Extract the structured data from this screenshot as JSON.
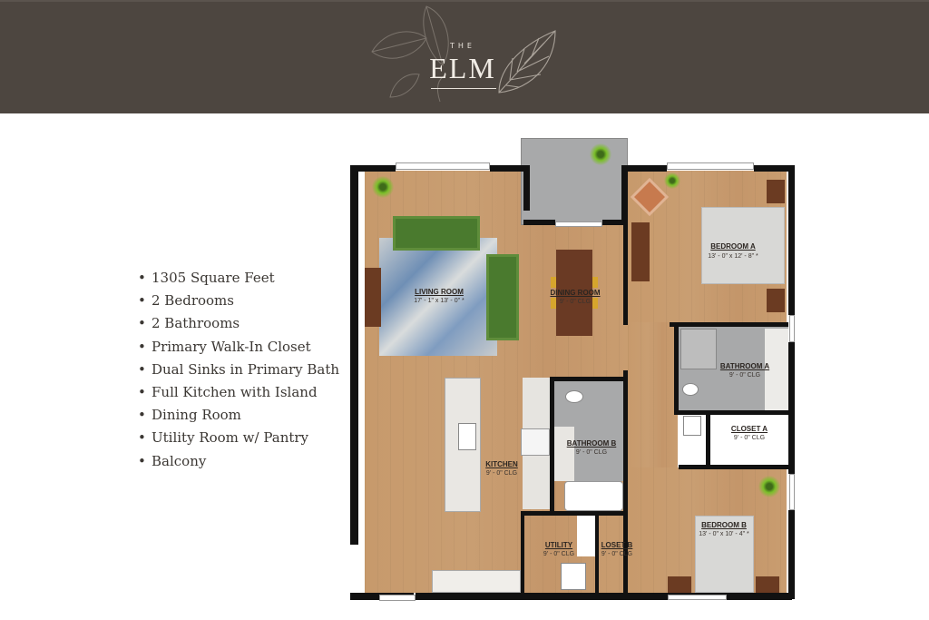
{
  "header": {
    "logo_prefix": "THE",
    "logo_name": "ELM",
    "background_color": "#4d4640"
  },
  "features": [
    "1305 Square Feet",
    "2 Bedrooms",
    "2 Bathrooms",
    "Primary Walk-In Closet",
    "Dual Sinks in Primary Bath",
    "Full Kitchen with Island",
    "Dining Room",
    "Utility Room w/ Pantry",
    "Balcony"
  ],
  "floor_plan": {
    "rooms": {
      "living_room": {
        "label": "LIVING ROOM",
        "dimensions": "17' - 1\" x 13' - 0\" *"
      },
      "dining_room": {
        "label": "DINING ROOM",
        "dimensions": "9' - 0\" CLG"
      },
      "bedroom_a": {
        "label": "BEDROOM A",
        "dimensions": "13' - 0\" x 12' - 8\" *"
      },
      "bathroom_a": {
        "label": "BATHROOM A",
        "dimensions": "9' - 0\" CLG"
      },
      "closet_a": {
        "label": "CLOSET A",
        "dimensions": "9' - 0\" CLG"
      },
      "kitchen": {
        "label": "KITCHEN",
        "dimensions": "9' - 0\" CLG"
      },
      "bathroom_b": {
        "label": "BATHROOM B",
        "dimensions": "9' - 0\" CLG"
      },
      "utility": {
        "label": "UTILITY",
        "dimensions": "9' - 0\" CLG"
      },
      "closet_b": {
        "label": "LOSET B",
        "dimensions": "9' - 0\" CLG"
      },
      "bedroom_b": {
        "label": "BEDROOM B",
        "dimensions": "13' - 0\" x 10' - 4\" *"
      }
    }
  }
}
